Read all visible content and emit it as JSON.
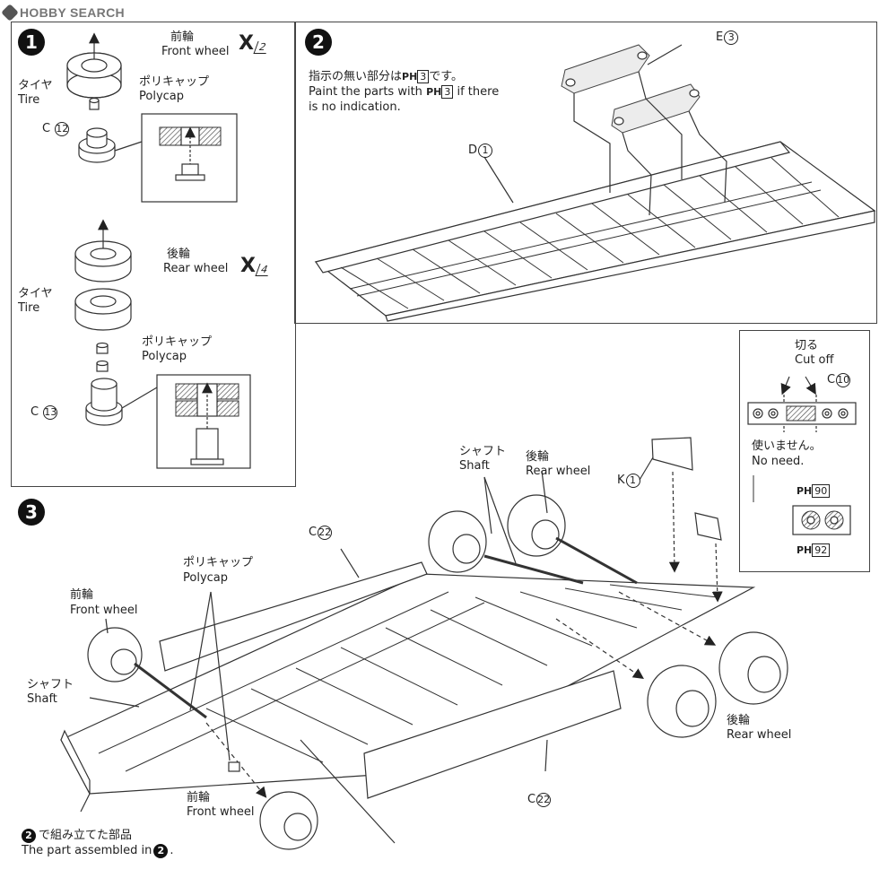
{
  "header": {
    "logo_text": "HOBBY SEARCH"
  },
  "step1": {
    "number": "1",
    "front_wheel_jp": "前輪",
    "front_wheel_en": "Front wheel",
    "front_qty": "X",
    "front_qty_num": "2",
    "tire_jp": "タイヤ",
    "tire_en": "Tire",
    "polycap_jp": "ポリキャップ",
    "polycap_en": "Polycap",
    "part_front": "C",
    "part_front_num": "12",
    "rear_wheel_jp": "後輪",
    "rear_wheel_en": "Rear wheel",
    "rear_qty": "X",
    "rear_qty_num": "4",
    "tire2_jp": "タイヤ",
    "tire2_en": "Tire",
    "polycap2_jp": "ポリキャップ",
    "polycap2_en": "Polycap",
    "part_rear": "C",
    "part_rear_num": "13"
  },
  "step2": {
    "number": "2",
    "note_jp_a": "指示の無い部分は",
    "note_jp_ph": "PH",
    "note_jp_num": "3",
    "note_jp_b": "です。",
    "note_en_a": "Paint the parts with",
    "note_en_ph": "PH",
    "note_en_num": "3",
    "note_en_b": "if there",
    "note_en_c": "is no indication.",
    "part_e": "E",
    "part_e_num": "3",
    "part_d": "D",
    "part_d_num": "1"
  },
  "inset": {
    "cut_jp": "切る",
    "cut_en": "Cut off",
    "part_c": "C",
    "part_c_num": "10",
    "noneed_jp": "使いません。",
    "noneed_en": "No need.",
    "ph_top": "PH",
    "ph_top_num": "90",
    "ph_bottom": "PH",
    "ph_bottom_num": "92"
  },
  "step3": {
    "number": "3",
    "part_k": "K",
    "part_k_num": "1",
    "shaft_jp": "シャフト",
    "shaft_en": "Shaft",
    "rear_wheel_jp": "後輪",
    "rear_wheel_en": "Rear wheel",
    "part_c22_top": "C",
    "part_c22_num": "22",
    "polycap_jp": "ポリキャップ",
    "polycap_en": "Polycap",
    "front_wheel_jp": "前輪",
    "front_wheel_en": "Front wheel",
    "shaft2_jp": "シャフト",
    "shaft2_en": "Shaft",
    "rear_wheel2_jp": "後輪",
    "rear_wheel2_en": "Rear wheel",
    "front_wheel2_jp": "前輪",
    "front_wheel2_en": "Front wheel",
    "part_c22_bottom": "C",
    "part_c22_bottom_num": "22",
    "assembled_num": "2",
    "assembled_jp": "で組み立てた部品",
    "assembled_en_a": "The part assembled in",
    "assembled_en_num": "2"
  }
}
